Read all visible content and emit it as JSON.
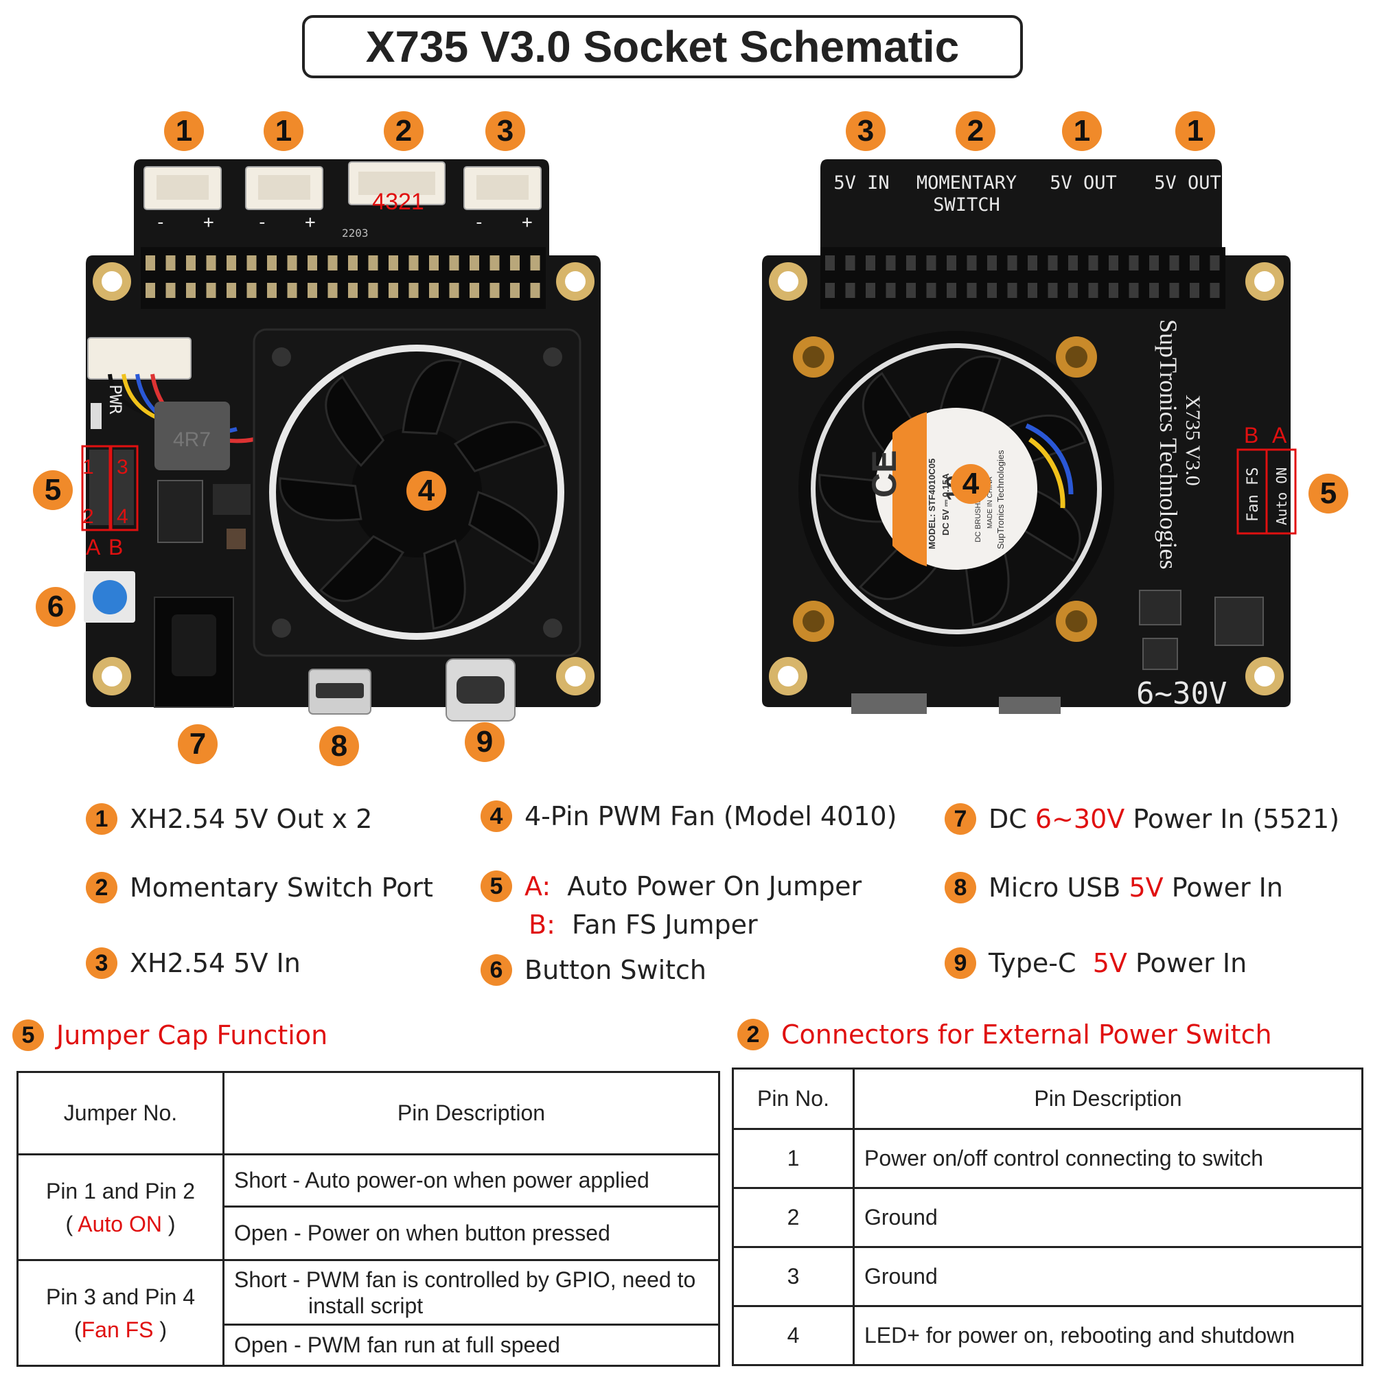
{
  "title": "X735 V3.0 Socket Schematic",
  "left_board": {
    "top_badges": [
      "1",
      "1",
      "2",
      "3"
    ],
    "pin_numbers": "4321",
    "pcb_code": "2203",
    "chip_text": "4R7",
    "pwr_label": "PWR",
    "jumper_pins": [
      "1",
      "3",
      "2",
      "4"
    ],
    "jumper_letters": [
      "A",
      "B"
    ],
    "side_badges": [
      "5",
      "6"
    ],
    "center_badge": "4",
    "bottom_badges": [
      "7",
      "8",
      "9"
    ]
  },
  "right_board": {
    "top_badges": [
      "3",
      "2",
      "1",
      "1"
    ],
    "connector_labels": [
      "5V IN",
      "MOMENTARY SWITCH",
      "5V OUT",
      "5V OUT"
    ],
    "brand": "SupTronics Technologies",
    "model": "X735 V3.0",
    "jumper_letters": [
      "B",
      "A"
    ],
    "jumper_labels": [
      "Fan FS",
      "Auto ON"
    ],
    "side_badge": "5",
    "center_badge": "4",
    "voltage": "6~30V",
    "fan_label": {
      "ce": "CE",
      "model": "MODEL: STF4010C05",
      "rating": "DC 5V ⎓ 0.15A",
      "maker": "DC BRUSHLESS FAN",
      "origin": "MADE IN CHINA",
      "brand": "SupTronics Technologies",
      "code": "10"
    }
  },
  "legend": [
    {
      "num": "1",
      "parts": [
        {
          "t": "XH2.54 5V Out x 2",
          "red": false
        }
      ]
    },
    {
      "num": "4",
      "parts": [
        {
          "t": "4-Pin PWM Fan (Model 4010)",
          "red": false
        }
      ]
    },
    {
      "num": "7",
      "parts": [
        {
          "t": "DC ",
          "red": false
        },
        {
          "t": "6~30V",
          "red": true
        },
        {
          "t": " Power In (5521)",
          "red": false
        }
      ]
    },
    {
      "num": "2",
      "parts": [
        {
          "t": "Momentary Switch Port",
          "red": false
        }
      ]
    },
    {
      "num": "5",
      "parts": [
        {
          "t": "A:",
          "red": true
        },
        {
          "t": "  Auto Power On Jumper",
          "red": false
        }
      ]
    },
    {
      "num": "",
      "parts": [
        {
          "t": "B:",
          "red": true
        },
        {
          "t": "  Fan FS Jumper",
          "red": false
        }
      ]
    },
    {
      "num": "8",
      "parts": [
        {
          "t": "Micro USB ",
          "red": false
        },
        {
          "t": "5V",
          "red": true
        },
        {
          "t": " Power In",
          "red": false
        }
      ]
    },
    {
      "num": "3",
      "parts": [
        {
          "t": "XH2.54 5V In",
          "red": false
        }
      ]
    },
    {
      "num": "6",
      "parts": [
        {
          "t": "Button Switch",
          "red": false
        }
      ]
    },
    {
      "num": "9",
      "parts": [
        {
          "t": "Type-C  ",
          "red": false
        },
        {
          "t": "5V",
          "red": true
        },
        {
          "t": " Power In",
          "red": false
        }
      ]
    }
  ],
  "jumper_section": {
    "num": "5",
    "heading": "Jumper Cap Function",
    "headers": [
      "Jumper No.",
      "Pin Description"
    ],
    "rows": [
      {
        "jumper": "Pin 1 and Pin 2",
        "sub": "Auto ON",
        "short": "Short - Auto power-on when power applied",
        "open": "Open - Power on when button pressed"
      },
      {
        "jumper": "Pin 3 and Pin 4",
        "sub": "Fan FS",
        "short": "Short - PWM fan is controlled by GPIO, need to",
        "short2": "install script",
        "open": "Open - PWM fan run at full speed"
      }
    ]
  },
  "connector_section": {
    "num": "2",
    "heading": "Connectors for External Power Switch",
    "headers": [
      "Pin No.",
      "Pin Description"
    ],
    "rows": [
      {
        "pin": "1",
        "desc": "Power on/off control connecting to switch"
      },
      {
        "pin": "2",
        "desc": "Ground"
      },
      {
        "pin": "3",
        "desc": "Ground"
      },
      {
        "pin": "4",
        "desc": "LED+ for power on, rebooting and shutdown"
      }
    ]
  },
  "colors": {
    "badge": "#f08a2a",
    "accent_red": "#e01010",
    "pcb": "#151515",
    "pad": "#d7b56a",
    "button": "#2f7fd6"
  }
}
